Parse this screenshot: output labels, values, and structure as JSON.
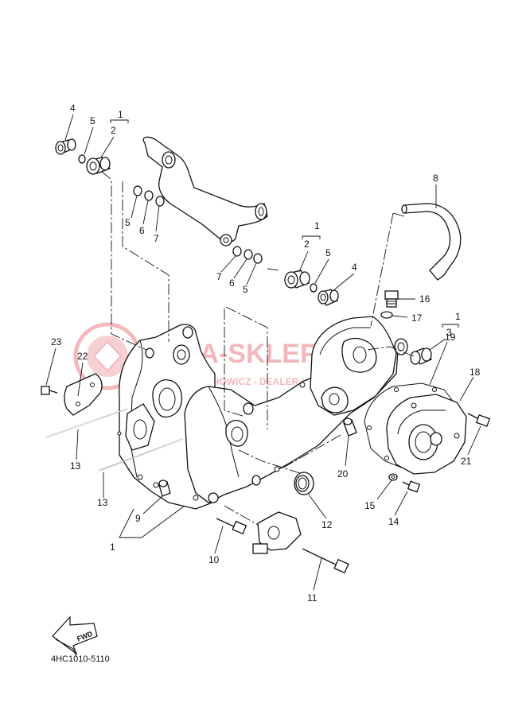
{
  "diagram": {
    "watermark": {
      "main": "YAMA-SKLEP.PL",
      "sub": "CIECHOWICZ - DEALER YAMAHA",
      "color": "#f2b8bc"
    },
    "drawing_code": "4HC1010-5110",
    "fwd_label": "FWD",
    "callouts": [
      {
        "id": "c4a",
        "text": "4"
      },
      {
        "id": "c5a",
        "text": "5"
      },
      {
        "id": "c1a",
        "text": "1"
      },
      {
        "id": "c2a",
        "text": "2"
      },
      {
        "id": "c5b",
        "text": "5"
      },
      {
        "id": "c6a",
        "text": "6"
      },
      {
        "id": "c7a",
        "text": "7"
      },
      {
        "id": "c8",
        "text": "8"
      },
      {
        "id": "c1b",
        "text": "1"
      },
      {
        "id": "c2b",
        "text": "2"
      },
      {
        "id": "c5c",
        "text": "5"
      },
      {
        "id": "c4b",
        "text": "4"
      },
      {
        "id": "c7b",
        "text": "7"
      },
      {
        "id": "c6b",
        "text": "6"
      },
      {
        "id": "c5d",
        "text": "5"
      },
      {
        "id": "c16",
        "text": "16"
      },
      {
        "id": "c17",
        "text": "17"
      },
      {
        "id": "c1c",
        "text": "1"
      },
      {
        "id": "c3",
        "text": "3"
      },
      {
        "id": "c23",
        "text": "23"
      },
      {
        "id": "c22",
        "text": "22"
      },
      {
        "id": "c19",
        "text": "19"
      },
      {
        "id": "c18",
        "text": "18"
      },
      {
        "id": "c21",
        "text": "21"
      },
      {
        "id": "c13a",
        "text": "13"
      },
      {
        "id": "c13b",
        "text": "13"
      },
      {
        "id": "c20",
        "text": "20"
      },
      {
        "id": "c15",
        "text": "15"
      },
      {
        "id": "c14",
        "text": "14"
      },
      {
        "id": "c9",
        "text": "9"
      },
      {
        "id": "c12",
        "text": "12"
      },
      {
        "id": "c1d",
        "text": "1"
      },
      {
        "id": "c10",
        "text": "10"
      },
      {
        "id": "c11",
        "text": "11"
      }
    ]
  }
}
